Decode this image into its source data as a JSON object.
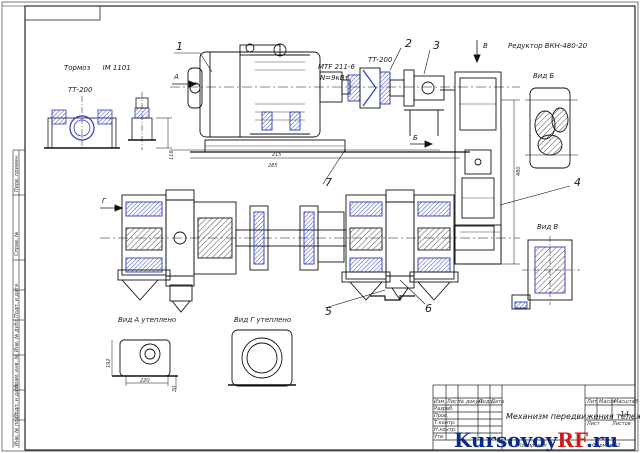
{
  "labels": {
    "callouts": [
      "1",
      "2",
      "3",
      "4",
      "5",
      "6",
      "7"
    ],
    "brake_title": "Тормоз",
    "brake_mount": "IM 1101",
    "brake_model": "ТТ-200",
    "motor_model": "МТF 211-6",
    "motor_power": "N=9кВт",
    "coupling_brake": "ТТ-200",
    "reducer": "Редуктор ВКН-480-20",
    "view_b": "Вид Б",
    "view_v": "Вид В",
    "view_a": "Вид А утеплено",
    "view_g": "Вид Г утеплено",
    "arrow_a": "А",
    "arrow_b": "Б",
    "arrow_v": "В",
    "arrow_g": "Г",
    "sheet_title": "Механизм передвижения тележки",
    "sheet_num": "14"
  },
  "dimensions": {
    "d1": "215",
    "d2": "285",
    "d3": "480",
    "d4": "116",
    "d5": "192",
    "d6": "220",
    "d7": "20"
  },
  "frame": {
    "side_labels": [
      "Перв. примен.",
      "Справ. №",
      "Подп. и дата",
      "Инв. № дубл.",
      "Взам. инв. №",
      "Подп. и дата",
      "Инв. № подл."
    ],
    "title_cells": [
      "Изм.",
      "Лист",
      "№ докум.",
      "Подп.",
      "Дата",
      "Разраб.",
      "Пров.",
      "Т.контр.",
      "Н.контр.",
      "Утв.",
      "Лит.",
      "Масса",
      "Масштаб",
      "Лист",
      "Листов"
    ],
    "footer_copy": "Копировал",
    "footer_format": "Формат А2"
  },
  "watermark": {
    "part1": "Kursovoy",
    "part2": "RF",
    "part3": ".ru"
  }
}
